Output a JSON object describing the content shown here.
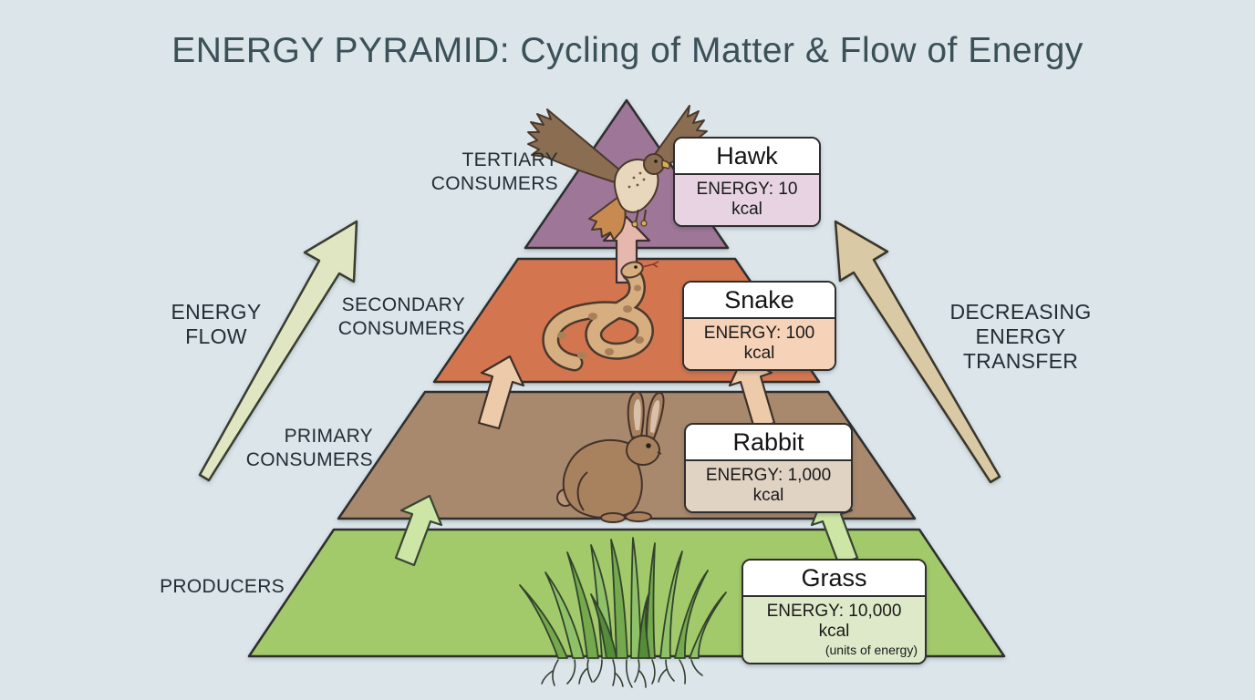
{
  "title": "ENERGY PYRAMID: Cycling of Matter & Flow of Energy",
  "flow_label": {
    "line1": "ENERGY",
    "line2": "FLOW"
  },
  "transfer_label": {
    "line1": "DECREASING",
    "line2": "ENERGY",
    "line3": "TRANSFER"
  },
  "tiers": {
    "tertiary": {
      "label1": "TERTIARY",
      "label2": "CONSUMERS",
      "organism": "Hawk",
      "energy": "ENERGY: 10 kcal",
      "fill": "#9e7697",
      "card_bg": "#e7d3e2"
    },
    "secondary": {
      "label1": "SECONDARY",
      "label2": "CONSUMERS",
      "organism": "Snake",
      "energy": "ENERGY: 100 kcal",
      "fill": "#d3764f",
      "card_bg": "#f6d2b8"
    },
    "primary": {
      "label1": "PRIMARY",
      "label2": "CONSUMERS",
      "organism": "Rabbit",
      "energy": "ENERGY: 1,000 kcal",
      "fill": "#a9896d",
      "card_bg": "#e1d3c4"
    },
    "producers": {
      "label1": "PRODUCERS",
      "organism": "Grass",
      "energy": "ENERGY: 10,000 kcal",
      "note": "(units of energy)",
      "fill": "#a2c96a",
      "card_bg": "#dde9c9"
    }
  },
  "colors": {
    "background": "#dbe5ea",
    "outline": "#2d2d2d",
    "energy_flow_arrow": "#e1e6c2",
    "transfer_arrow": "#d9c9a4",
    "arrow_green": "#cde5a5",
    "arrow_peach": "#edcaaa",
    "arrow_pink": "#e6b8ad"
  }
}
